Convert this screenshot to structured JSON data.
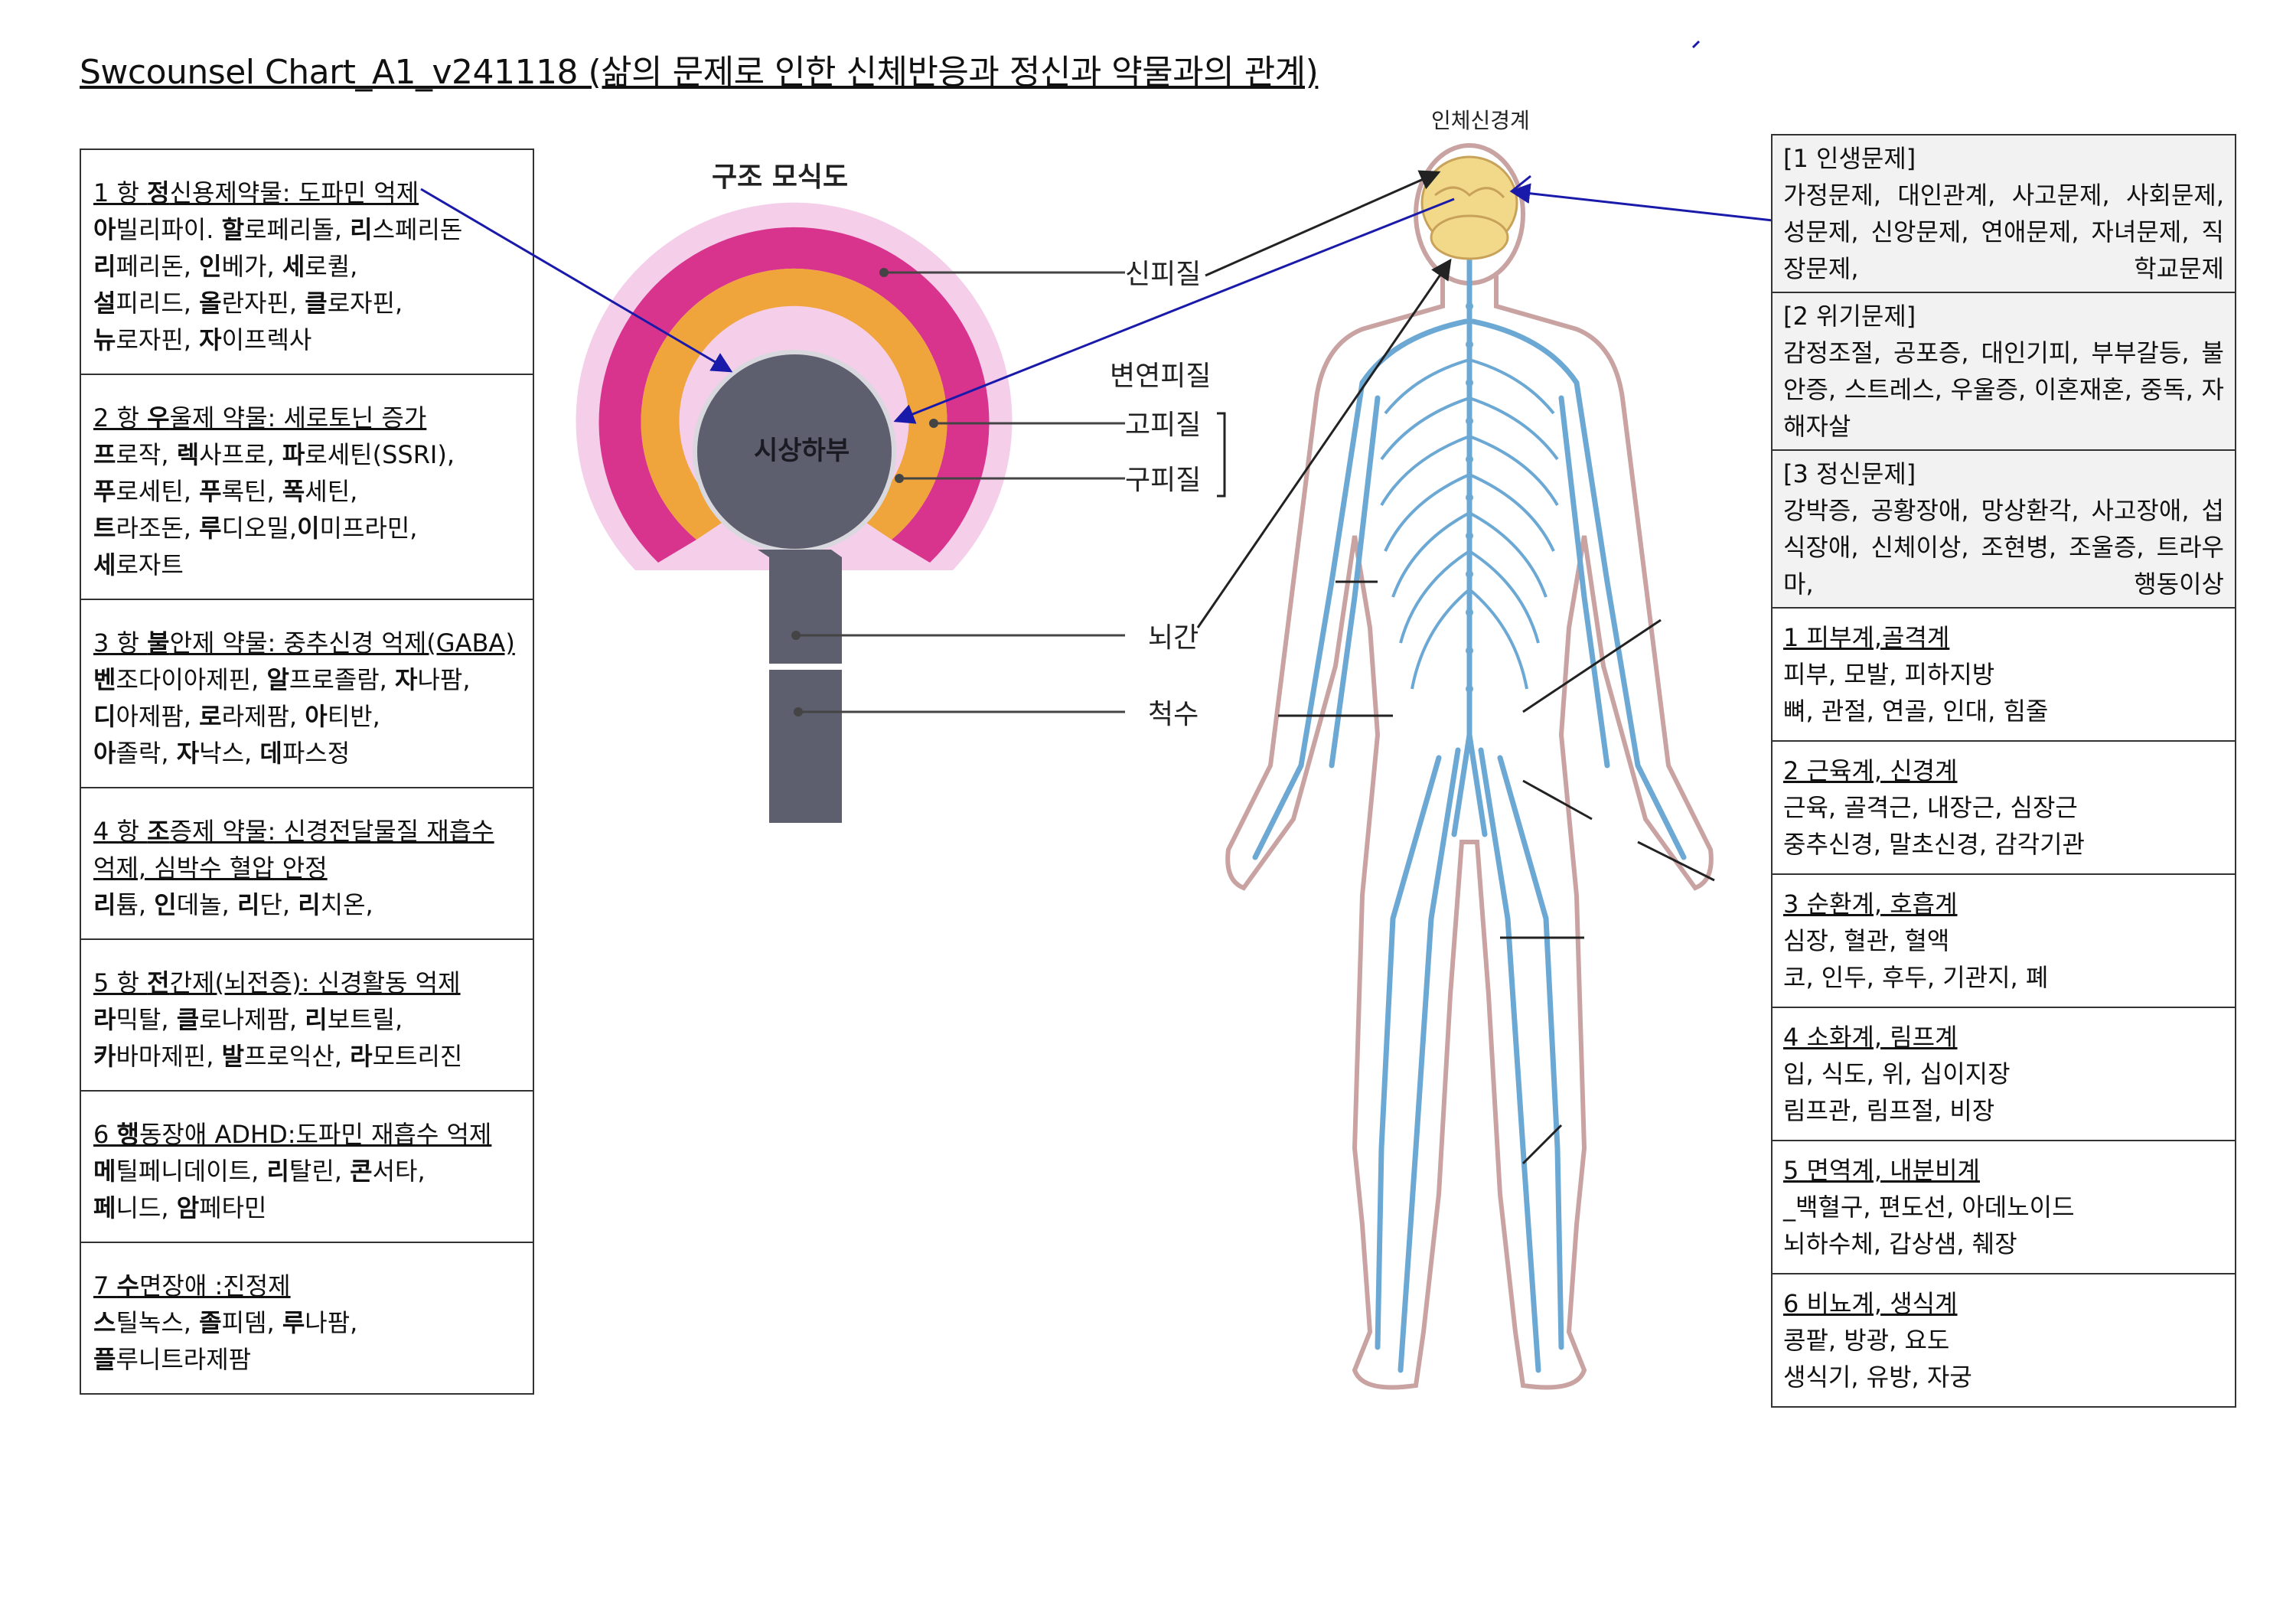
{
  "title": "Swcounsel Chart_A1_v241118 (삶의 문제로 인한 신체반응과 정신과 약물과의 관계)",
  "drugs": [
    {
      "heading": "1 항 정신용제약물: 도파민 억제",
      "lines": [
        [
          "아",
          "빌리파이. "
        ],
        [
          "할",
          "로페리돌, "
        ],
        [
          "리",
          "스페리돈"
        ]
      ],
      "raw": [
        "아빌리파이. 할로페리돌, 리스페리돈",
        "리페리돈, 인베가, 세로퀼,",
        "설피리드, 올란자핀, 클로자핀,",
        "뉴로자핀, 자이프렉사"
      ]
    },
    {
      "heading": "2 항 우울제 약물: 세로토닌 증가",
      "raw": [
        "프로작, 렉사프로, 파로세틴(SSRI),",
        "푸로세틴, 푸록틴, 폭세틴,",
        "트라조돈, 루디오밀,이미프라민,",
        "세로자트"
      ]
    },
    {
      "heading": "3 항 불안제 약물: 중추신경 억제(GABA)",
      "raw": [
        "벤조다이아제핀, 알프로졸람, 자나팜,",
        "디아제팜, 로라제팜, 아티반,",
        "아졸락, 자낙스, 데파스정"
      ]
    },
    {
      "heading": "4 항 조증제 약물: 신경전달물질 재흡수 억제, 심박수 혈압 안정",
      "raw": [
        "리튬, 인데놀, 리단, 리치온,"
      ]
    },
    {
      "heading": "5 항 전간제(뇌전증): 신경활동 억제",
      "raw": [
        "라믹탈, 클로나제팜, 리보트릴,",
        "카바마제핀, 발프로익산, 라모트리진"
      ]
    },
    {
      "heading": "6 행동장애 ADHD:도파민 재흡수 억제",
      "raw": [
        "메틸페니데이트, 리탈린, 콘서타,",
        "페니드, 암페타민"
      ]
    },
    {
      "heading": "7 수면장애 :진정제",
      "raw": [
        "스틸녹스, 졸피뎀, 루나팜,",
        "플루니트라제팜"
      ]
    }
  ],
  "brain": {
    "diagram_title": "구조 모식도",
    "center_label": "시상하부",
    "neocortex": "신피질",
    "limbic": "변연피질",
    "paleocortex": "고피질",
    "archicortex": "구피질",
    "brainstem": "뇌간",
    "spinal_cord": "척수"
  },
  "body": {
    "title": "인체신경계"
  },
  "problems": [
    {
      "heading": "[1 인생문제]",
      "text": "가정문제, 대인관계, 사고문제, 사회문제, 성문제, 신앙문제, 연애문제, 자녀문제, 직장문제, 학교문제"
    },
    {
      "heading": "[2 위기문제]",
      "text": "감정조절, 공포증, 대인기피, 부부갈등, 불안증, 스트레스, 우울증, 이혼재혼, 중독, 자해자살"
    },
    {
      "heading": "[3 정신문제]",
      "text": "강박증, 공황장애, 망상환각, 사고장애, 섭식장애, 신체이상, 조현병, 조울증, 트라우마, 행동이상"
    }
  ],
  "systems": [
    {
      "heading": "1 피부계,골격계",
      "lines": [
        "피부, 모발, 피하지방",
        "뼈, 관절, 연골, 인대, 힘줄"
      ]
    },
    {
      "heading": "2 근육계, 신경계",
      "lines": [
        "근육, 골격근, 내장근, 심장근",
        "중추신경, 말초신경, 감각기관"
      ]
    },
    {
      "heading": "3 순환계, 호흡계",
      "lines": [
        "심장, 혈관, 혈액",
        "코, 인두, 후두, 기관지, 폐"
      ]
    },
    {
      "heading": "4 소화계, 림프계",
      "lines": [
        "입, 식도, 위, 십이지장",
        "림프관, 림프절, 비장"
      ]
    },
    {
      "heading": "5 면역계, 내분비계",
      "lines": [
        "_백혈구, 편도선, 아데노이드",
        "뇌하수체, 갑상샘, 췌장"
      ]
    },
    {
      "heading": "6 비뇨계, 생식계",
      "lines": [
        "콩팥, 방광, 요도",
        "생식기, 유방, 자궁"
      ]
    }
  ],
  "colors": {
    "neocortex": "#d8348e",
    "limbic": "#f0a43c",
    "halo": "#f3c6e6",
    "stem": "#5d5e6e",
    "nerve": "#6ca8d4",
    "skin": "#c9a2a2",
    "brain": "#f2d98a",
    "arrow": "#1a1aaa"
  }
}
